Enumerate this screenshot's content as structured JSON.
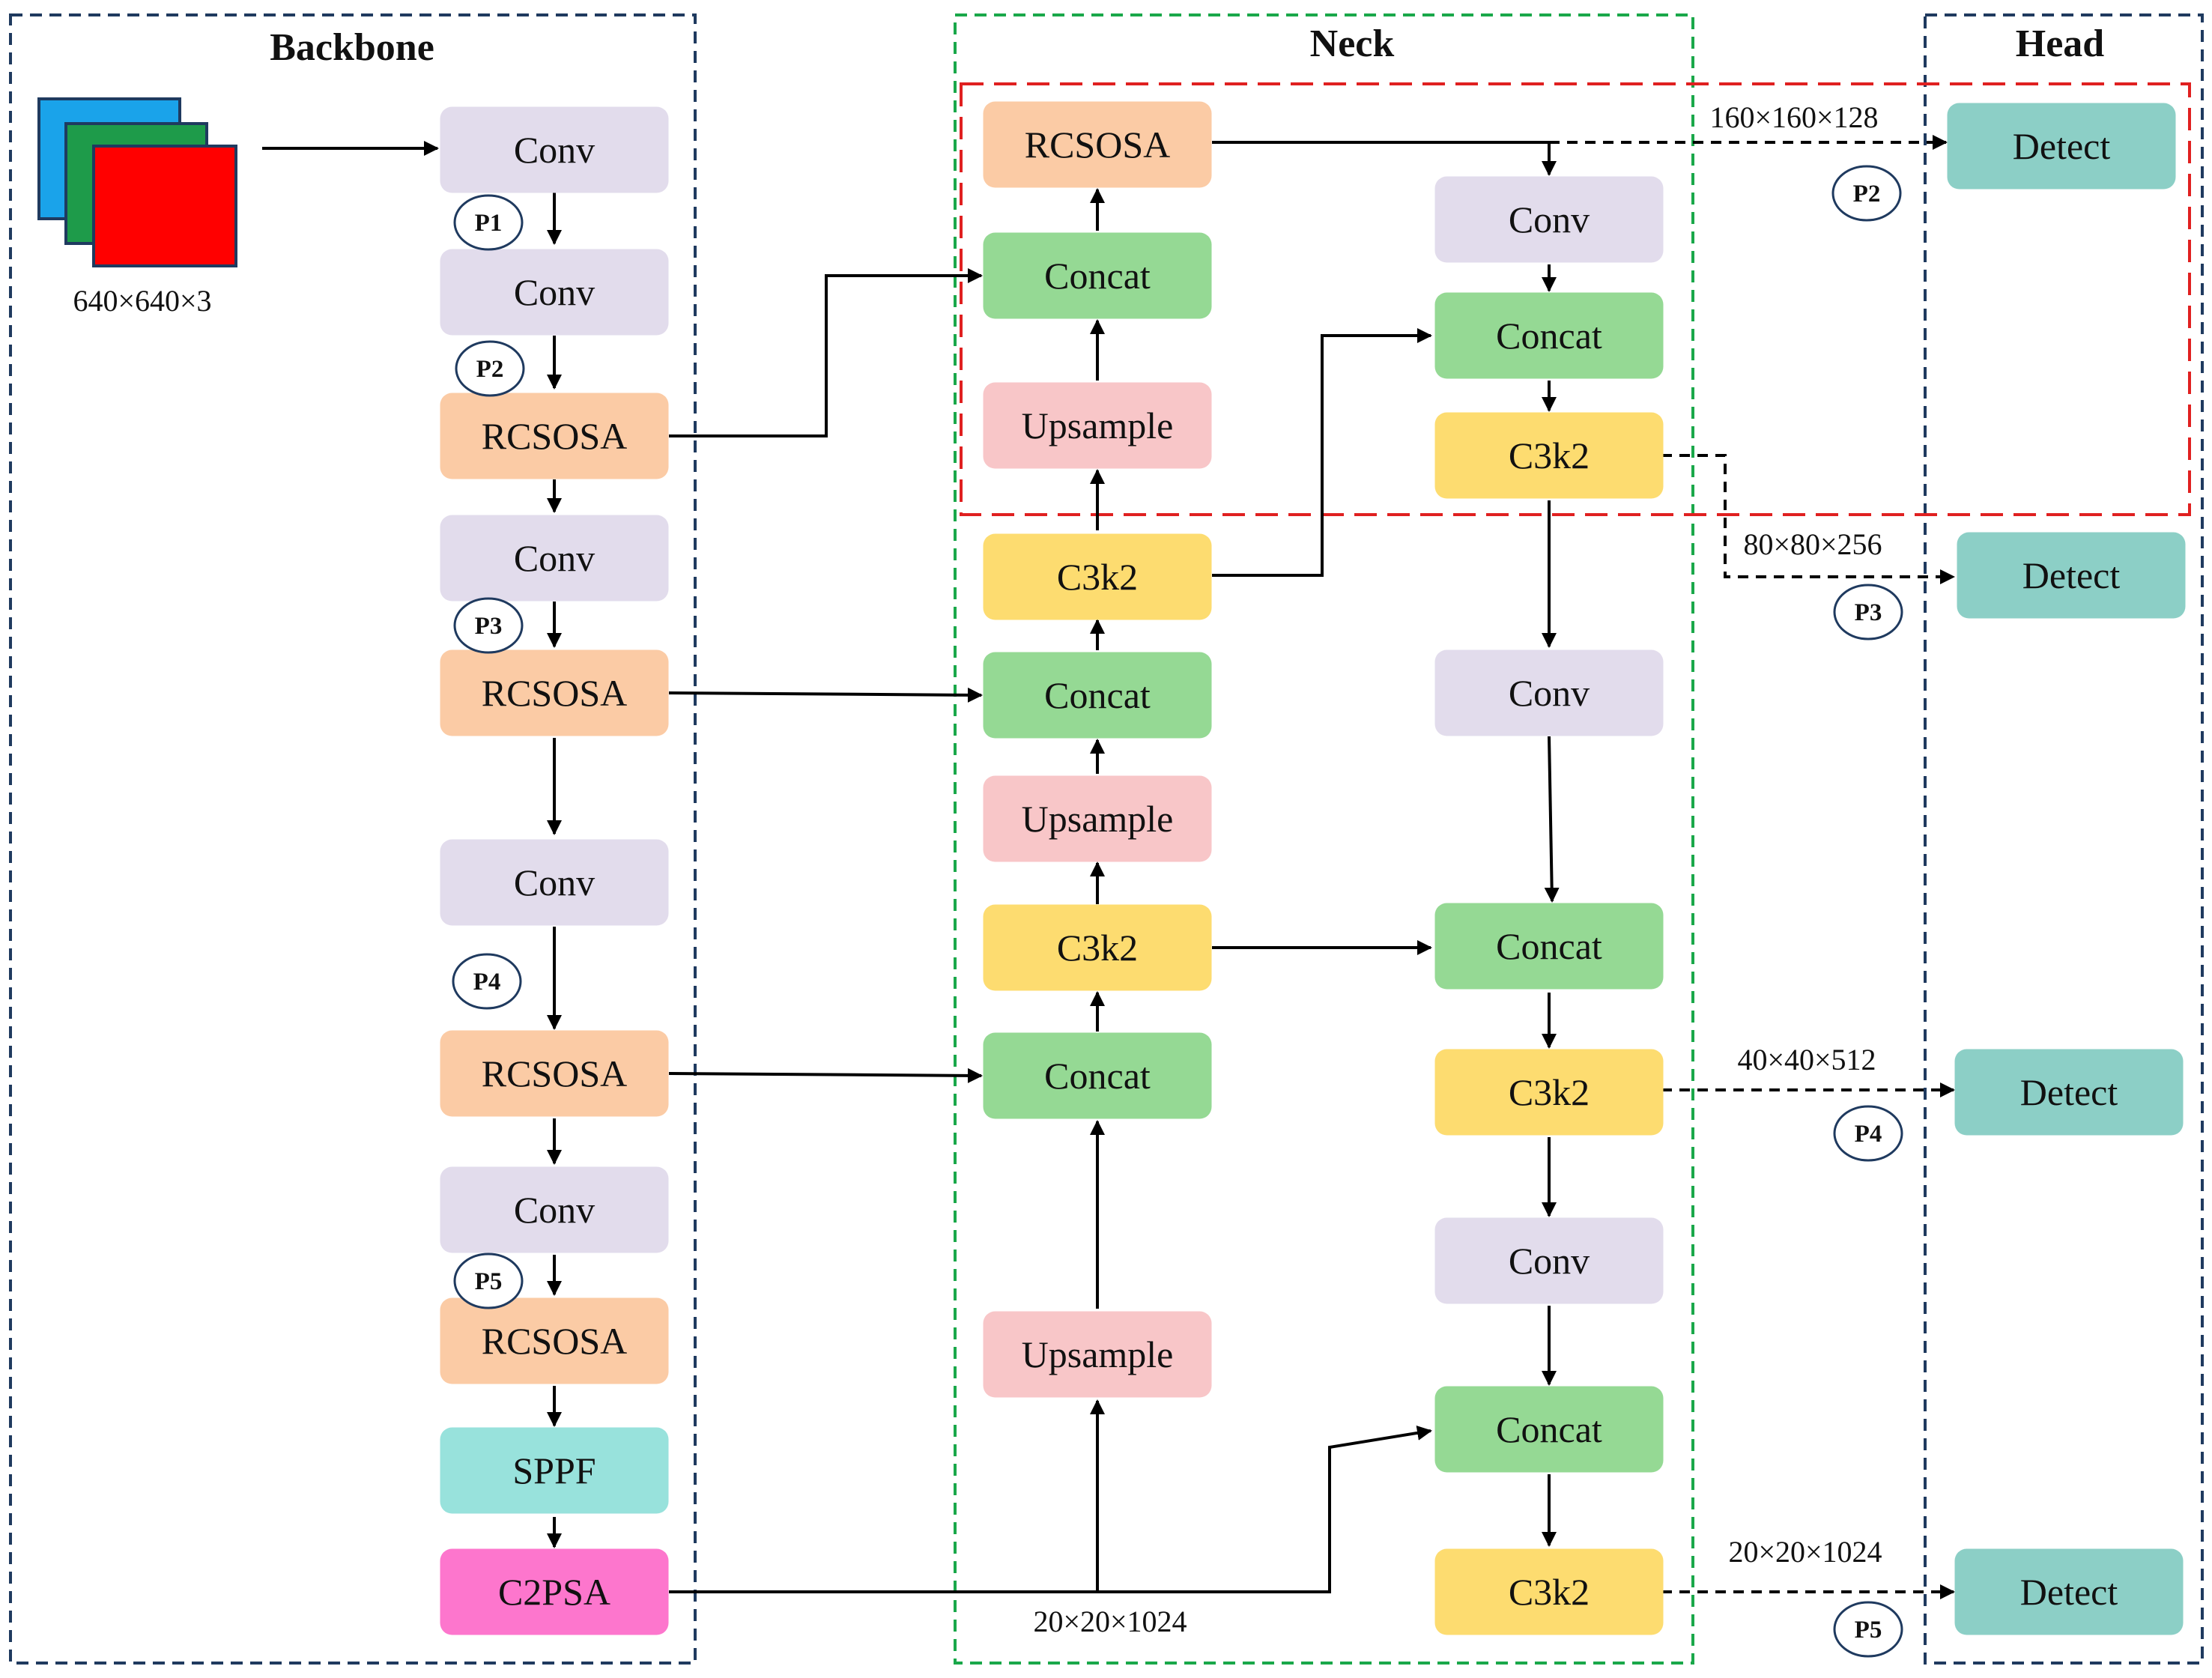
{
  "sections": {
    "backbone": "Backbone",
    "neck": "Neck",
    "head": "Head"
  },
  "input": {
    "size": "640×640×3"
  },
  "backbone": [
    "Conv",
    "Conv",
    "RCSOSA",
    "Conv",
    "RCSOSA",
    "Conv",
    "RCSOSA",
    "Conv",
    "RCSOSA",
    "SPPF",
    "C2PSA"
  ],
  "backbone_tags": [
    "P1",
    "P2",
    "P3",
    "P4",
    "P5"
  ],
  "neck_left": [
    "RCSOSA",
    "Concat",
    "Upsample",
    "C3k2",
    "Concat",
    "Upsample",
    "C3k2",
    "Concat",
    "Upsample"
  ],
  "neck_right": [
    "Conv",
    "Concat",
    "C3k2",
    "Conv",
    "Concat",
    "C3k2",
    "Conv",
    "Concat",
    "C3k2"
  ],
  "head": [
    "Detect",
    "Detect",
    "Detect",
    "Detect"
  ],
  "head_tags": [
    "P2",
    "P3",
    "P4",
    "P5"
  ],
  "dims": {
    "p2": "160×160×128",
    "p3": "80×80×256",
    "p4": "40×40×512",
    "p5": "20×20×1024",
    "c2psa": "20×20×1024"
  },
  "colors": {
    "conv": "#e2dcec",
    "rcsosa": "#fbcba5",
    "concat": "#95d994",
    "upsample": "#f8c6c8",
    "c3k2": "#fddc70",
    "sppf": "#98e2dc",
    "c2psa": "#fd76cd",
    "detect": "#8ccfc6",
    "backbone_border": "#1f3a5f",
    "neck_border": "#1aa84a",
    "head_border": "#1f3a5f",
    "highlight_border": "#e02020"
  }
}
